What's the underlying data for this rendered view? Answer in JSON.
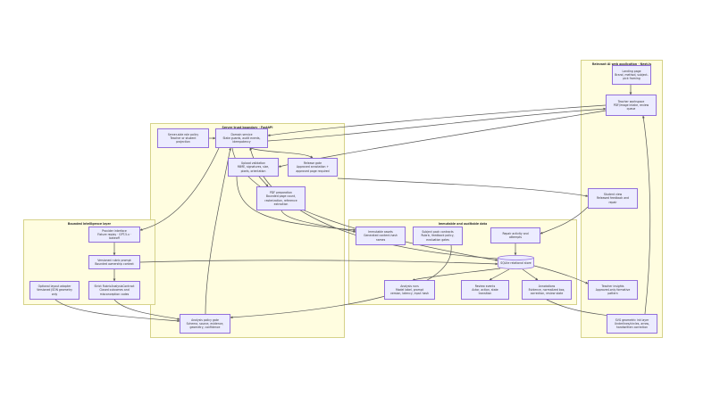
{
  "groups": {
    "browser": "Relevant AI web application · Next.js",
    "server": "Server trust boundary · FastAPI",
    "intelligence": "Bounded intelligence layer",
    "audit": "Immutable and auditable data"
  },
  "nodes": {
    "landing": [
      "Landing page",
      "Brand, method, subject-",
      "pick framing"
    ],
    "teacher_ws": [
      "Teacher workspace",
      "PDF/image intake, review",
      "queue"
    ],
    "student_view": [
      "Student view",
      "Released feedback and",
      "repair"
    ],
    "teacher_insights": [
      "Teacher insights",
      "Approved-only formative",
      "pattern"
    ],
    "svg_overlay": [
      "SVG geometric ink layer",
      "Underlines/circles, arrow,",
      "handwritten correction"
    ],
    "role_policy": [
      "Server-side role policy",
      "Teacher or student",
      "projection"
    ],
    "domain_service": [
      "Domain service",
      "State guards, audit events,",
      "idempotency"
    ],
    "upload_validation": [
      "Upload validation",
      "MIME, signatures, size,",
      "pixels, orientation"
    ],
    "release_gate": [
      "Release gate",
      "Approved annotation +",
      "approved page required"
    ],
    "pdf_prep": [
      "PDF preparation",
      "Bounded page count,",
      "rasterization, reference",
      "extraction"
    ],
    "analysis_gate": [
      "Analysis policy gate",
      "Schema, source, evidence,",
      "geometry, confidence"
    ],
    "provider_interface": [
      "Provider interface",
      "Fixture replay · GPT-5.x ·",
      "bakeoff"
    ],
    "versioned_rubric": [
      "Versioned rubric prompt",
      "Bounded ownership context"
    ],
    "layout_adapter": [
      "Optional layout adapter",
      "Versioned JSON geometry",
      "only"
    ],
    "strict_rubric": [
      "Strict RubricAnalysisContract",
      "Closed outcomes and",
      "misconception codes"
    ],
    "immutable_assets": [
      "Immutable assets",
      "Generated content-hash",
      "names"
    ],
    "subject_pack": [
      "Subject pack contracts",
      "Rubric, feedback policy,",
      "evaluation gates"
    ],
    "repair_activity": [
      "Repair activity and",
      "attempts"
    ],
    "sqlite": [
      "SQLite relational store"
    ],
    "analysis_runs": [
      "Analysis runs",
      "Model label, prompt",
      "version, latency, input hash"
    ],
    "review_events": [
      "Review events",
      "Actor, action, state",
      "transition"
    ],
    "annotations": [
      "Annotations",
      "Evidence, normalized box,",
      "correction, review state"
    ]
  }
}
